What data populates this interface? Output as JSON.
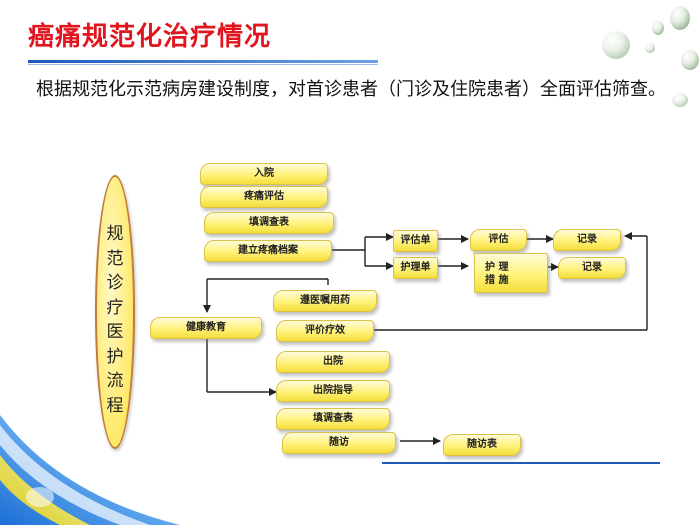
{
  "slide": {
    "title": "癌痛规范化治疗情况",
    "intro": "根据规范化示范病房建设制度，对首诊患者（门诊及住院患者）全面评估筛查。"
  },
  "flow": {
    "vertical_label": [
      "规",
      "范",
      "诊",
      "疗",
      "医",
      "护",
      "流",
      "程"
    ],
    "nodes": {
      "admission": "入院",
      "pain_assessment": "疼痛评估",
      "survey_form": "填调查表",
      "pain_record": "建立疼痛档案",
      "assessment_sheet": "评估单",
      "care_sheet": "护理单",
      "assess": "评估",
      "nursing_measures": "护 理\n措 施",
      "record_1": "记录",
      "record_2": "记录",
      "medication": "遵医嘱用药",
      "evaluate_effect": "评价疗效",
      "health_education": "健康教育",
      "discharge": "出院",
      "discharge_guidance": "出院指导",
      "survey_form_2": "填调查表",
      "follow_up": "随访",
      "follow_up_form": "随访表"
    }
  },
  "colors": {
    "title": "#e0151e",
    "node_fill": "#fff27a",
    "accent_blue": "#1f58b8"
  }
}
